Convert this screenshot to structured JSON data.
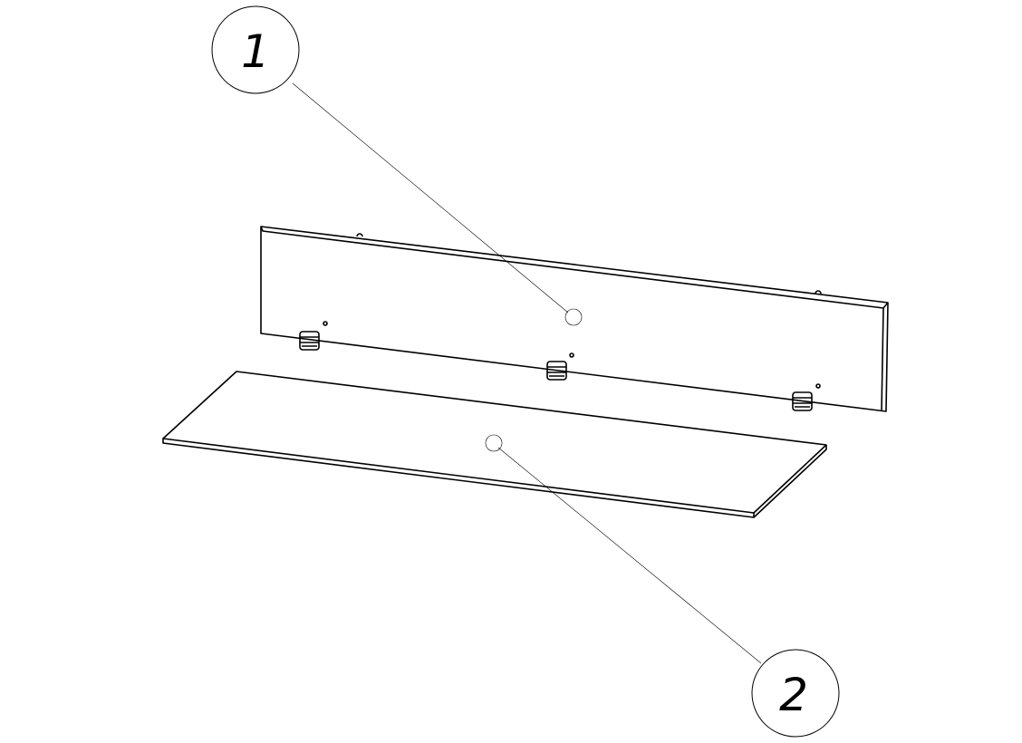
{
  "drawing": {
    "balloons": [
      {
        "label": "1",
        "part": "back-panel"
      },
      {
        "label": "2",
        "part": "shelf-board"
      }
    ],
    "line_color": "#000000",
    "background": "#ffffff"
  }
}
